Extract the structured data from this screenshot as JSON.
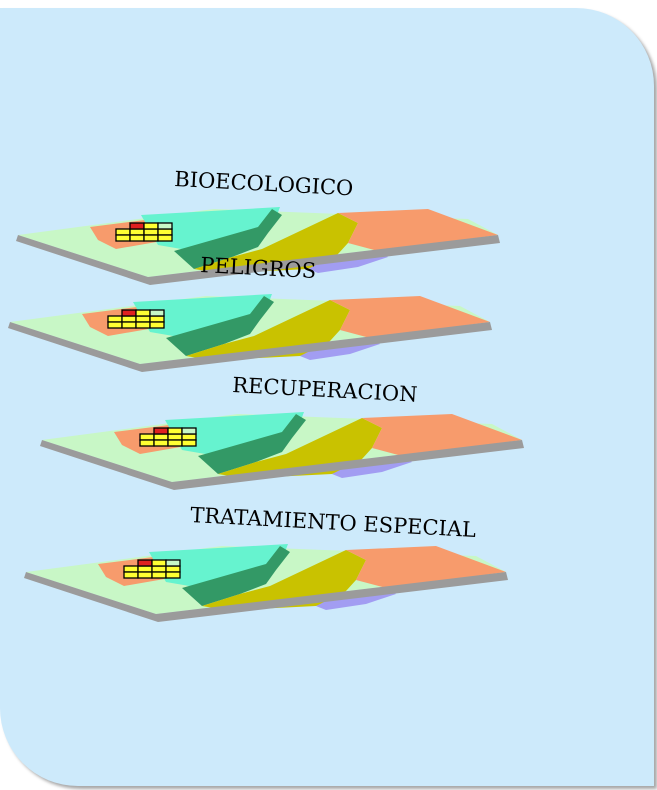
{
  "layers": [
    {
      "label": "BIOECOLOGICO"
    },
    {
      "label": "PELIGROS"
    },
    {
      "label": "RECUPERACION"
    },
    {
      "label": "TRATAMIENTO ESPECIAL"
    }
  ],
  "colors": {
    "background_panel": "#cdeafb",
    "light_green": "#c8f7c6",
    "salmon": "#f79b6c",
    "aqua": "#66f3cf",
    "dark_green": "#339966",
    "olive": "#c9c200",
    "lavender": "#a29df2",
    "grid_yellow": "#ffff33",
    "grid_red": "#e02020",
    "plate_edge": "#9b9b9b"
  }
}
